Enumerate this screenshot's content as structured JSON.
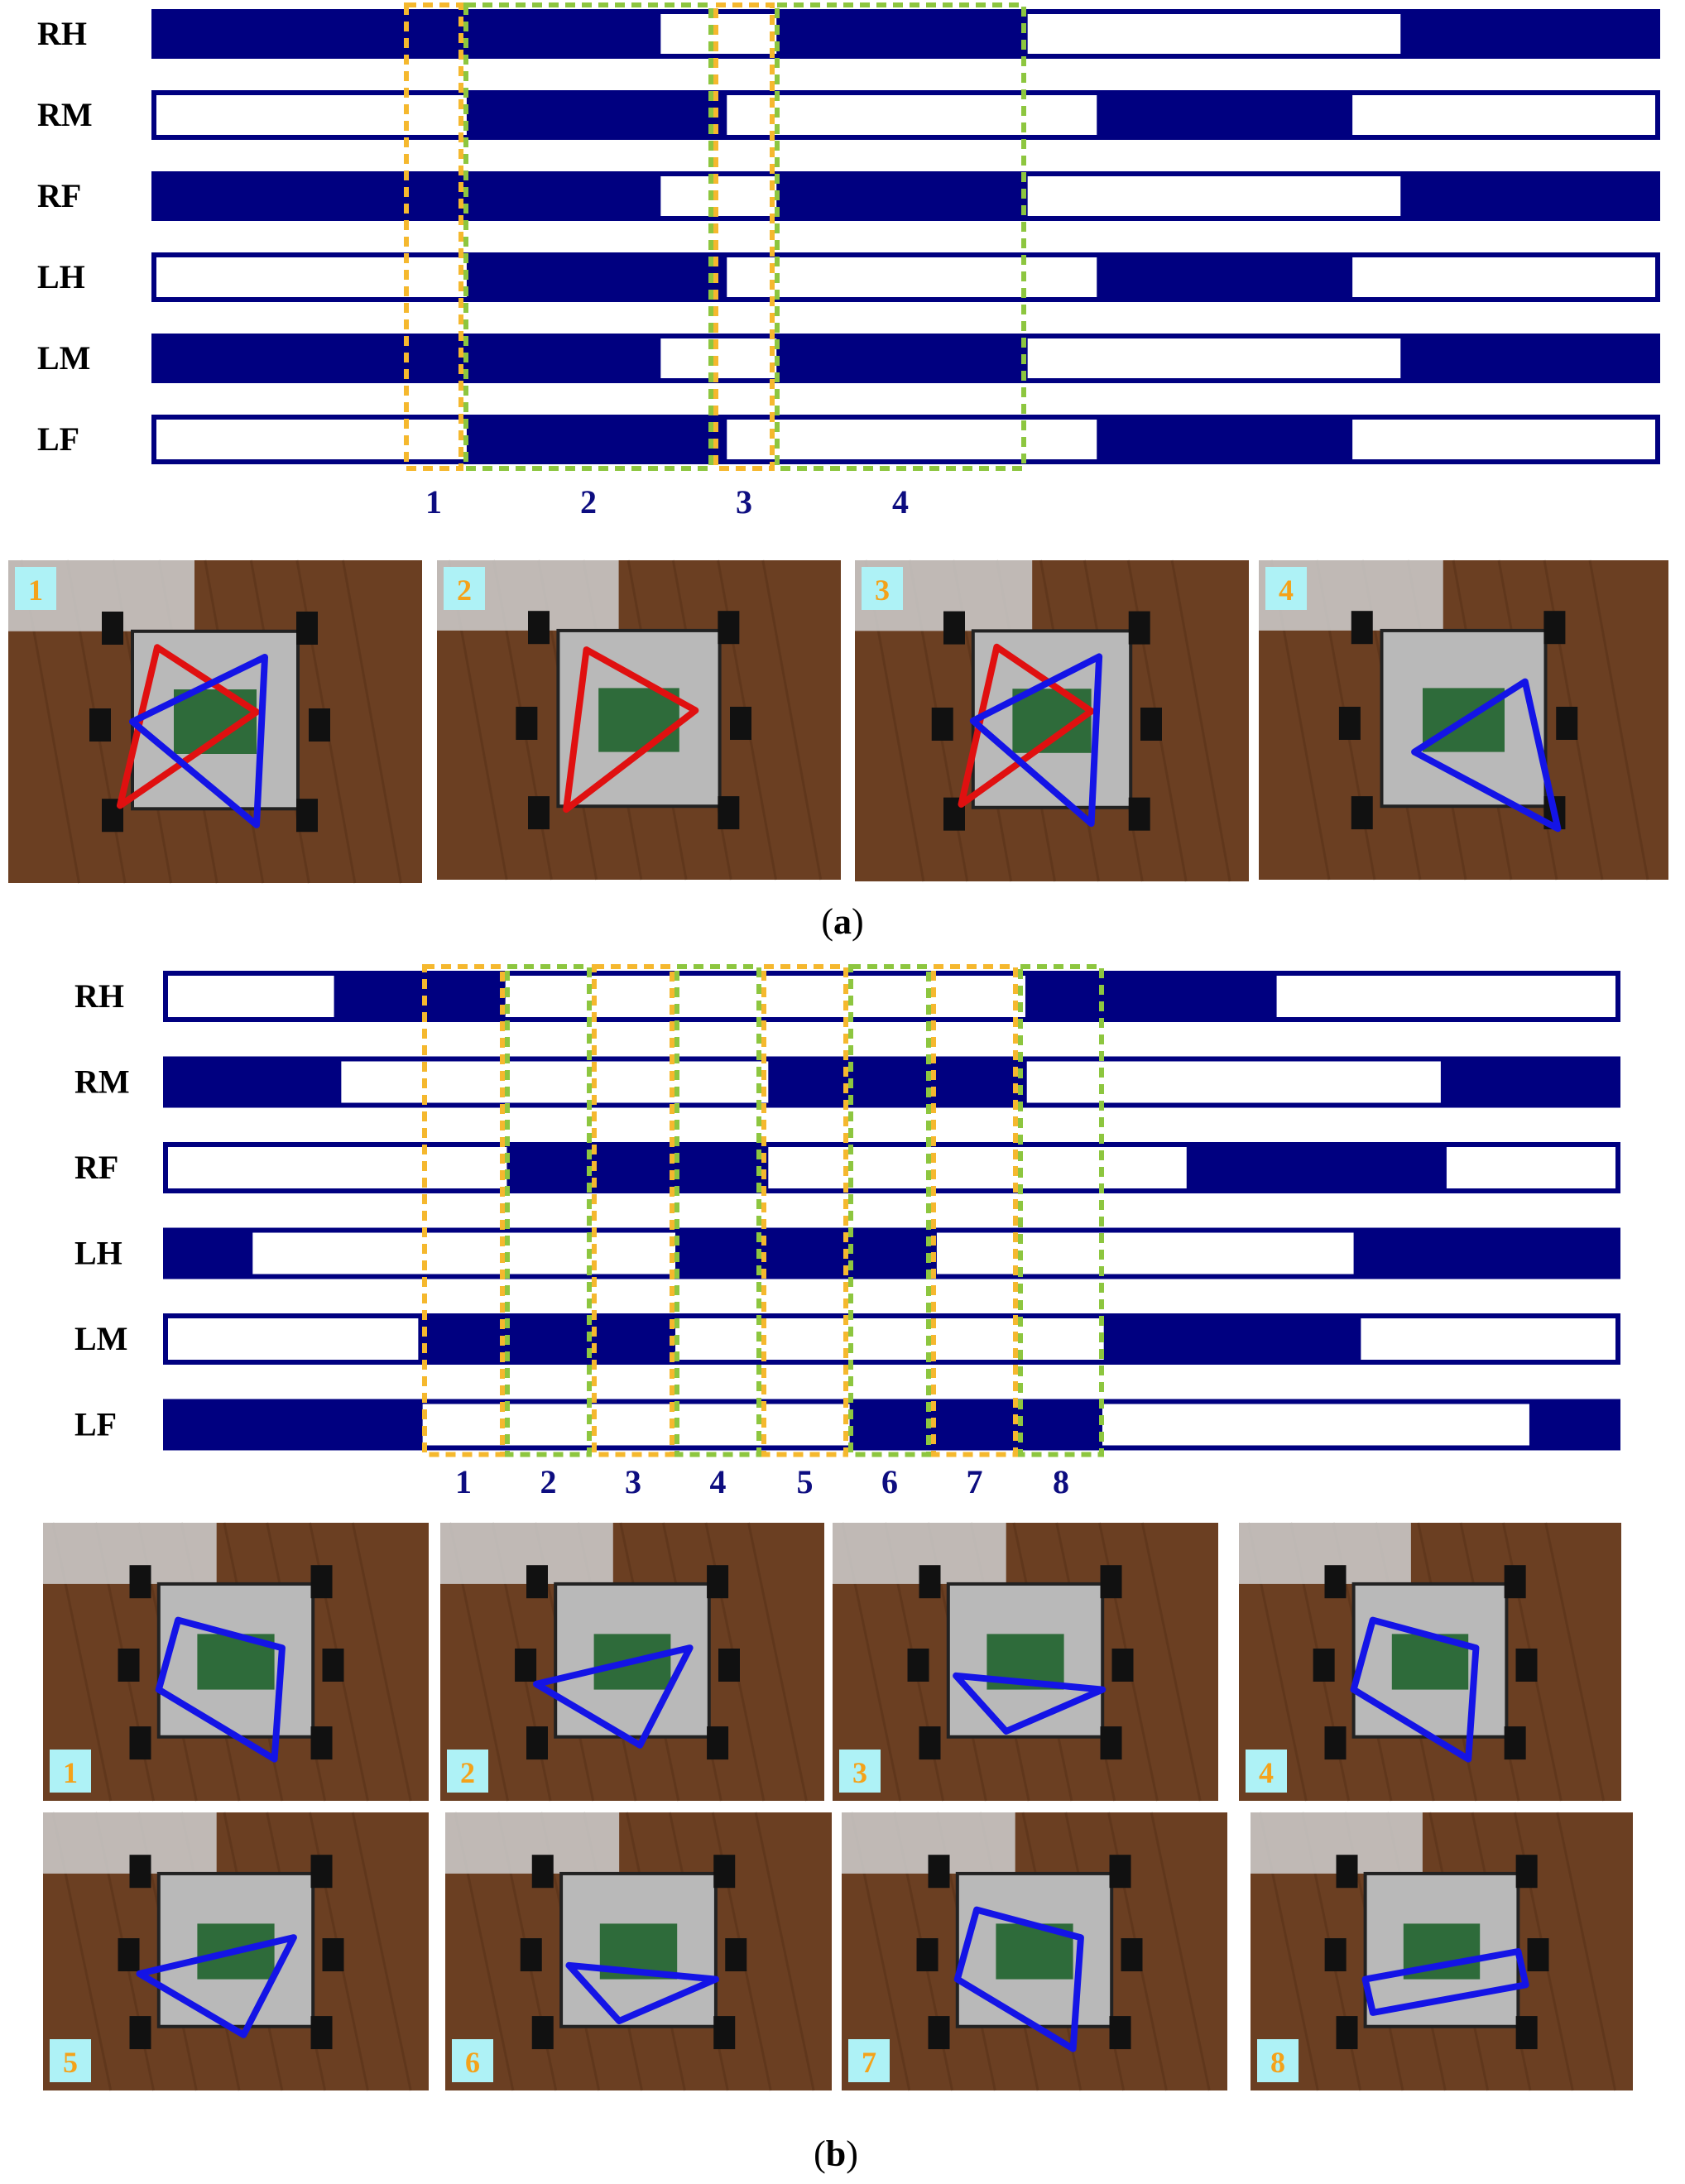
{
  "colors": {
    "stance": "#000080",
    "swing": "#ffffff",
    "orange_box": "#f5b82e",
    "green_box": "#8dc63f",
    "num": "#0d0d80",
    "floor": "#6b3f22",
    "tripod_red": "#e01010",
    "tripod_blue": "#1414e6",
    "badge_bg": "#aef2f6"
  },
  "panel_a": {
    "caption_open": "(",
    "caption_letter": "a",
    "caption_close": ")",
    "legs": [
      {
        "label": "RH",
        "stance": [
          [
            0,
            0.337
          ],
          [
            0.414,
            0.581
          ],
          [
            0.829,
            1
          ]
        ]
      },
      {
        "label": "RM",
        "stance": [
          [
            0.208,
            0.381
          ],
          [
            0.627,
            0.797
          ]
        ]
      },
      {
        "label": "RF",
        "stance": [
          [
            0,
            0.337
          ],
          [
            0.414,
            0.581
          ],
          [
            0.829,
            1
          ]
        ]
      },
      {
        "label": "LH",
        "stance": [
          [
            0.208,
            0.381
          ],
          [
            0.627,
            0.797
          ]
        ]
      },
      {
        "label": "LM",
        "stance": [
          [
            0,
            0.337
          ],
          [
            0.414,
            0.581
          ],
          [
            0.829,
            1
          ]
        ]
      },
      {
        "label": "LF",
        "stance": [
          [
            0.208,
            0.381
          ],
          [
            0.627,
            0.797
          ]
        ]
      }
    ],
    "phases": [
      {
        "num": "1",
        "color": "orange"
      },
      {
        "num": "2",
        "color": "green"
      },
      {
        "num": "3",
        "color": "orange"
      },
      {
        "num": "4",
        "color": "green"
      }
    ],
    "photos": [
      {
        "badge": "1",
        "overlay": "two-tripods"
      },
      {
        "badge": "2",
        "overlay": "red-tripod"
      },
      {
        "badge": "3",
        "overlay": "two-tripods"
      },
      {
        "badge": "4",
        "overlay": "blue-tripod"
      }
    ]
  },
  "panel_b": {
    "caption_open": "(",
    "caption_letter": "b",
    "caption_close": ")",
    "legs": [
      {
        "label": "RH",
        "stance": [
          [
            0.116,
            0.234
          ],
          [
            0.592,
            0.765
          ]
        ]
      },
      {
        "label": "RM",
        "stance": [
          [
            0,
            0.121
          ],
          [
            0.415,
            0.593
          ],
          [
            0.878,
            1
          ]
        ]
      },
      {
        "label": "RF",
        "stance": [
          [
            0.235,
            0.415
          ],
          [
            0.703,
            0.882
          ]
        ]
      },
      {
        "label": "LH",
        "stance": [
          [
            0,
            0.06
          ],
          [
            0.351,
            0.531
          ],
          [
            0.818,
            1
          ]
        ]
      },
      {
        "label": "LM",
        "stance": [
          [
            0.174,
            0.351
          ],
          [
            0.646,
            0.823
          ]
        ]
      },
      {
        "label": "LF",
        "stance": [
          [
            0,
            0.177
          ],
          [
            0.471,
            0.645
          ],
          [
            0.939,
            1
          ]
        ]
      }
    ],
    "phases": [
      {
        "num": "1",
        "color": "orange"
      },
      {
        "num": "2",
        "color": "green"
      },
      {
        "num": "3",
        "color": "orange"
      },
      {
        "num": "4",
        "color": "green"
      },
      {
        "num": "5",
        "color": "orange"
      },
      {
        "num": "6",
        "color": "green"
      },
      {
        "num": "7",
        "color": "orange"
      },
      {
        "num": "8",
        "color": "green"
      }
    ],
    "photos": [
      {
        "badge": "1",
        "overlay": "quad"
      },
      {
        "badge": "2",
        "overlay": "tri"
      },
      {
        "badge": "3",
        "overlay": "tri"
      },
      {
        "badge": "4",
        "overlay": "quad"
      },
      {
        "badge": "5",
        "overlay": "tri"
      },
      {
        "badge": "6",
        "overlay": "tri"
      },
      {
        "badge": "7",
        "overlay": "quad"
      },
      {
        "badge": "8",
        "overlay": "quad"
      }
    ]
  }
}
